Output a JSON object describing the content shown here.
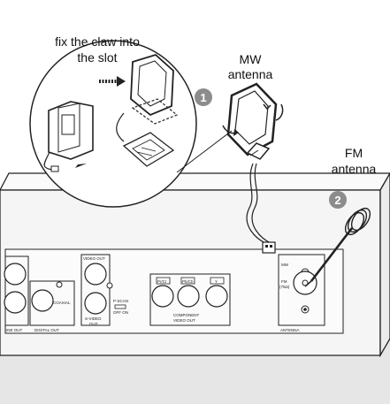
{
  "labels": {
    "instruction": [
      "fix the claw into",
      "the slot"
    ],
    "mw_antenna": [
      "MW",
      "antenna"
    ],
    "fm_antenna": [
      "FM",
      "antenna"
    ],
    "step1": "1",
    "step2": "2"
  },
  "panel": {
    "ine_out": "INE OUT",
    "digital_out": "DIGITAL OUT",
    "coaxial": "COAXIAL",
    "video_out": "VIDEO OUT",
    "svideo_out": [
      "S-VIDEO",
      "OUT"
    ],
    "pscan": "P-SCAN",
    "off_on": "OFF  ON",
    "pr_pb_y": [
      "Pr/Cr",
      "Pb/Cb",
      "Y"
    ],
    "component_video_out": [
      "COMPONENT",
      "VIDEO OUT"
    ],
    "mw": "MW",
    "fm": [
      "FM",
      "(75Ω)"
    ],
    "antenna": "ANTENNA"
  },
  "colors": {
    "background": "#ffffff",
    "panel_fill": "#f3f3f3",
    "bottom_band": "#e6e6e6",
    "line": "#222222",
    "badge": "#8c8c8c"
  }
}
